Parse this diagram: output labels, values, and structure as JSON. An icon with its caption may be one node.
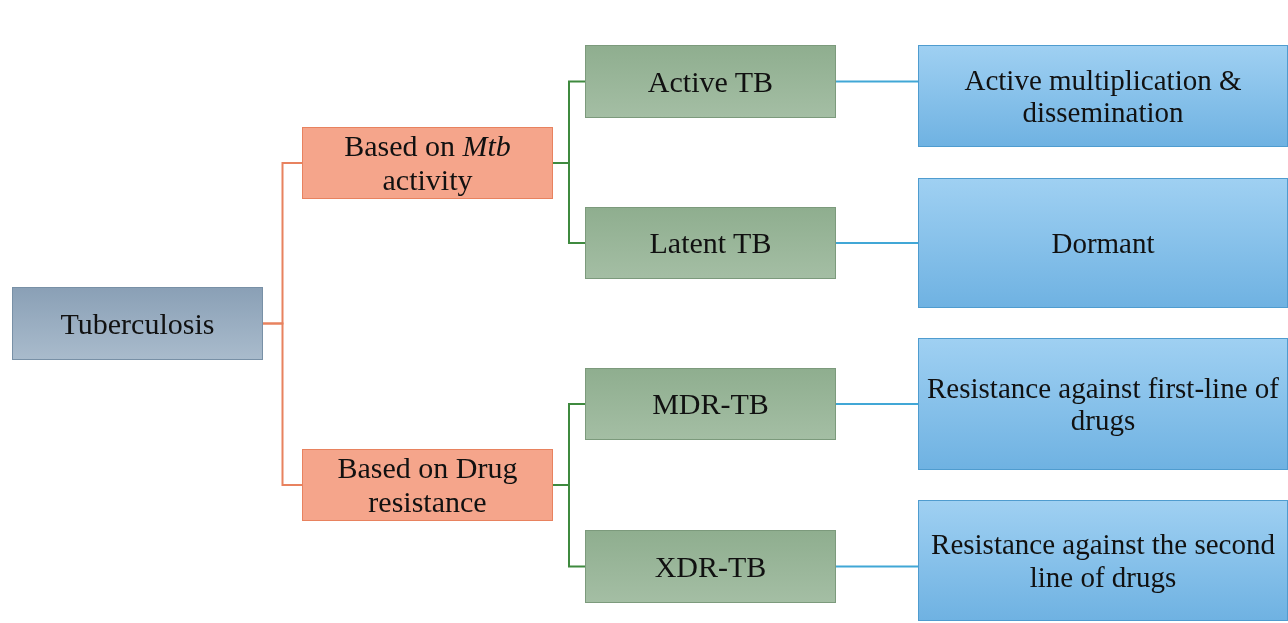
{
  "diagram": {
    "nodes": [
      {
        "text": [
          "Tuberculosis"
        ]
      },
      {
        "text": [
          "Based on *Mtb* activity"
        ]
      },
      {
        "text": [
          "Based on Drug resistance"
        ]
      },
      {
        "text": [
          "Active TB"
        ]
      },
      {
        "text": [
          "Latent TB"
        ]
      },
      {
        "text": [
          "MDR-TB"
        ]
      },
      {
        "text": [
          "XDR-TB"
        ]
      },
      {
        "text": [
          "Active multiplication & dissemination"
        ]
      },
      {
        "text": [
          "Dormant"
        ]
      },
      {
        "text": [
          "Resistance against first-line of drugs"
        ]
      },
      {
        "text": [
          "Resistance against the second line of drugs"
        ]
      }
    ],
    "edges": [
      {
        "from": 0,
        "to": 1,
        "arrow": "none",
        "color": "#e8825f"
      },
      {
        "from": 0,
        "to": 2,
        "arrow": "none",
        "color": "#e8825f"
      },
      {
        "from": 1,
        "to": 3,
        "arrow": "none"
      },
      {
        "from": 1,
        "to": 4,
        "arrow": "none"
      },
      {
        "from": 2,
        "to": 5,
        "arrow": "none"
      },
      {
        "from": 2,
        "to": 6,
        "arrow": "none"
      },
      {
        "from": 3,
        "to": 7,
        "arrow": "none",
        "color": "#41a7d6"
      },
      {
        "from": 4,
        "to": 8,
        "arrow": "none",
        "color": "#41a7d6"
      },
      {
        "from": 5,
        "to": 9,
        "arrow": "none",
        "color": "#41a7d6"
      },
      {
        "from": 6,
        "to": 10,
        "arrow": "none",
        "color": "#41a7d6"
      }
    ]
  }
}
